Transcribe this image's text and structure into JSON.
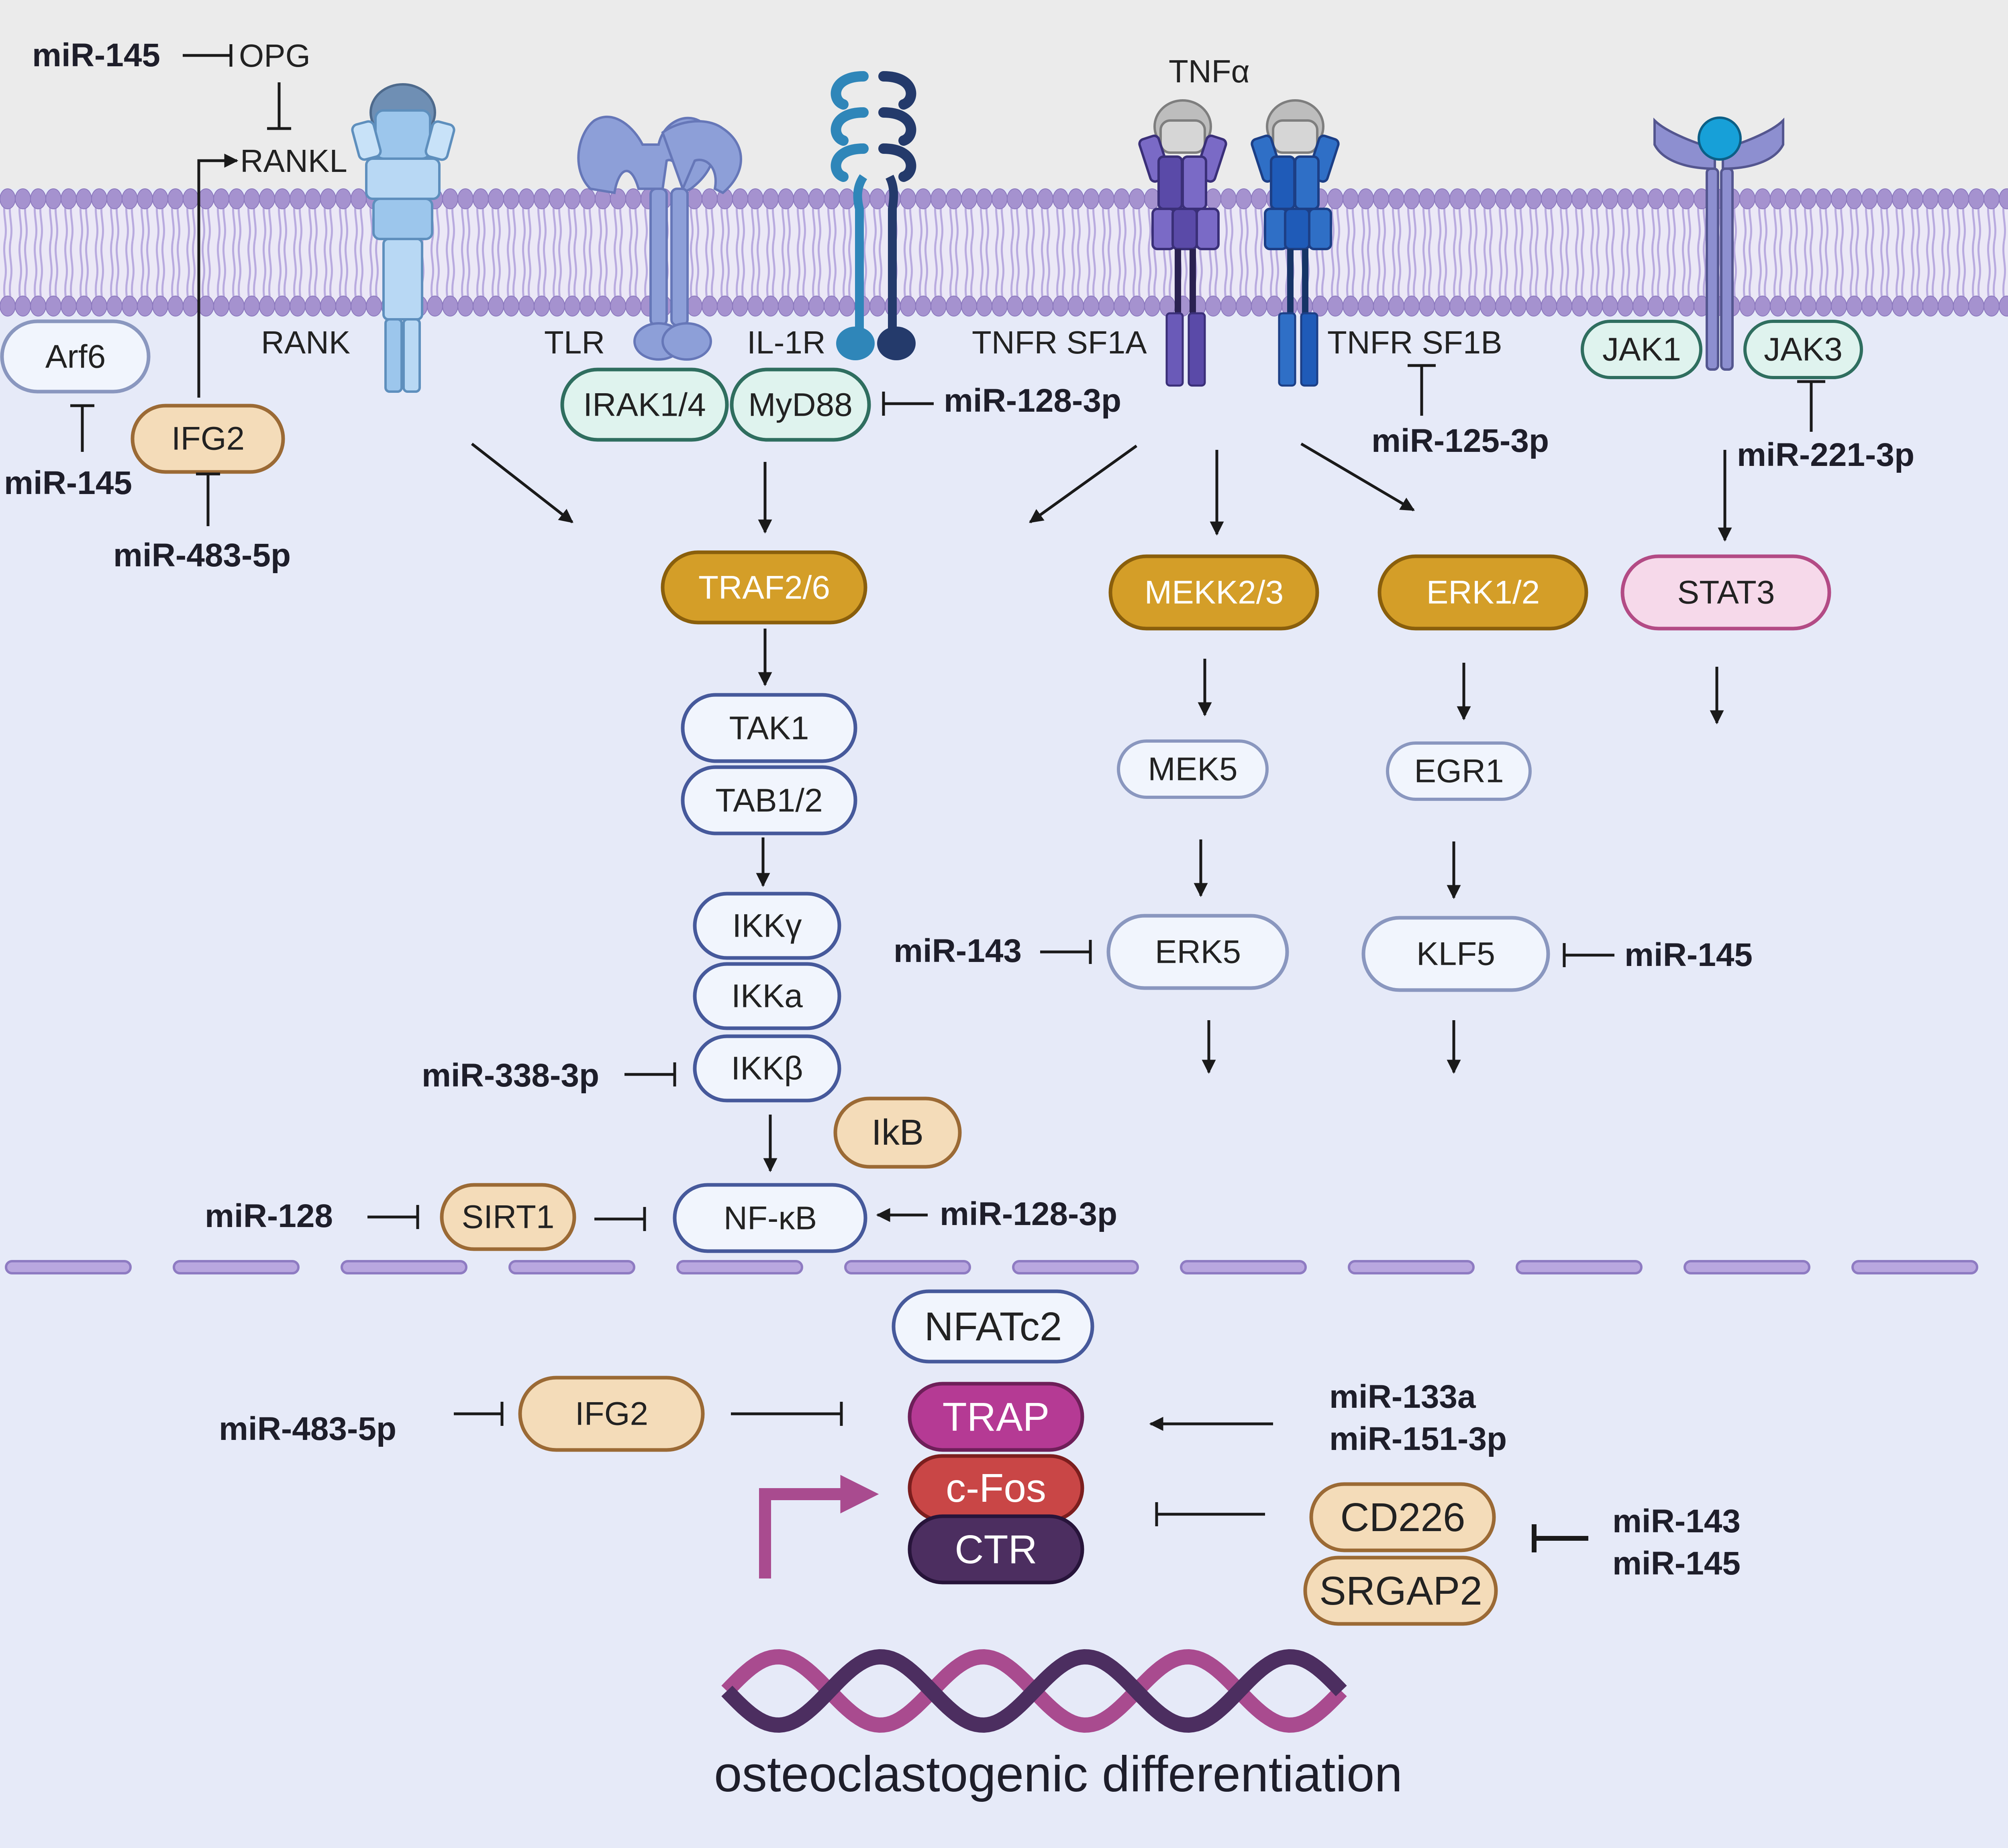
{
  "receptors": {
    "rank": "RANK",
    "tlr": "TLR",
    "il1r": "IL-1R",
    "tnfr_sf1a": "TNFR SF1A",
    "tnfr_sf1b": "TNFR SF1B",
    "tnf_alpha": "TNFα"
  },
  "ligands": {
    "opg": "OPG",
    "rankl": "RANKL"
  },
  "nodes": {
    "arf6": "Arf6",
    "ifg2_top": "IFG2",
    "irak14": "IRAK1/4",
    "myd88": "MyD88",
    "jak1": "JAK1",
    "jak3": "JAK3",
    "traf26": "TRAF2/6",
    "mekk23": "MEKK2/3",
    "erk12": "ERK1/2",
    "stat3": "STAT3",
    "tak1": "TAK1",
    "tab12": "TAB1/2",
    "mek5": "MEK5",
    "egr1": "EGR1",
    "ikkg": "IKKγ",
    "ikka": "IKKa",
    "ikkb": "IKKβ",
    "erk5": "ERK5",
    "klf5": "KLF5",
    "ikb": "IkB",
    "sirt1": "SIRT1",
    "nfkb": "NF-κB",
    "nfatc2": "NFATc2",
    "ifg2_bottom": "IFG2",
    "trap": "TRAP",
    "cfos": "c-Fos",
    "ctr": "CTR",
    "cd226": "CD226",
    "srgap2": "SRGAP2"
  },
  "mirnas": {
    "mir145_opg": "miR-145",
    "mir145_arf6": "miR-145",
    "mir483_top": "miR-483-5p",
    "mir128_3p_myd88": "miR-128-3p",
    "mir125_3p": "miR-125-3p",
    "mir221_3p": "miR-221-3p",
    "mir143_erk5": "miR-143",
    "mir145_klf5": "miR-145",
    "mir338_3p": "miR-338-3p",
    "mir128_sirt1": "miR-128",
    "mir128_3p_nfkb": "miR-128-3p",
    "mir483_bottom": "miR-483-5p",
    "mir133a": "miR-133a",
    "mir151_3p": "miR-151-3p",
    "mir143_bottom": "miR-143",
    "mir145_bottom": "miR-145"
  },
  "outcome": "osteoclastogenic differentiation",
  "colors": {
    "background_top": "#ebebeb",
    "cytoplasm": "#e6eaf8",
    "membrane": "#ab9ad4",
    "gold": "#d49e28",
    "teal_fill": "#dff3ee",
    "teal_stroke": "#2f6e5f",
    "beige_fill": "#f4dcb9",
    "beige_stroke": "#9b6a35",
    "pink_fill": "#f6d9ea",
    "pink_stroke": "#b34b85",
    "trap": "#b53a94",
    "cfos": "#c94646",
    "ctr": "#4c2e60",
    "dna_strand_a": "#4c2e60",
    "dna_strand_b": "#a94b8f"
  },
  "icons": [
    "membrane-receptor-icon",
    "dna-helix-icon",
    "transcription-arrow-icon"
  ]
}
